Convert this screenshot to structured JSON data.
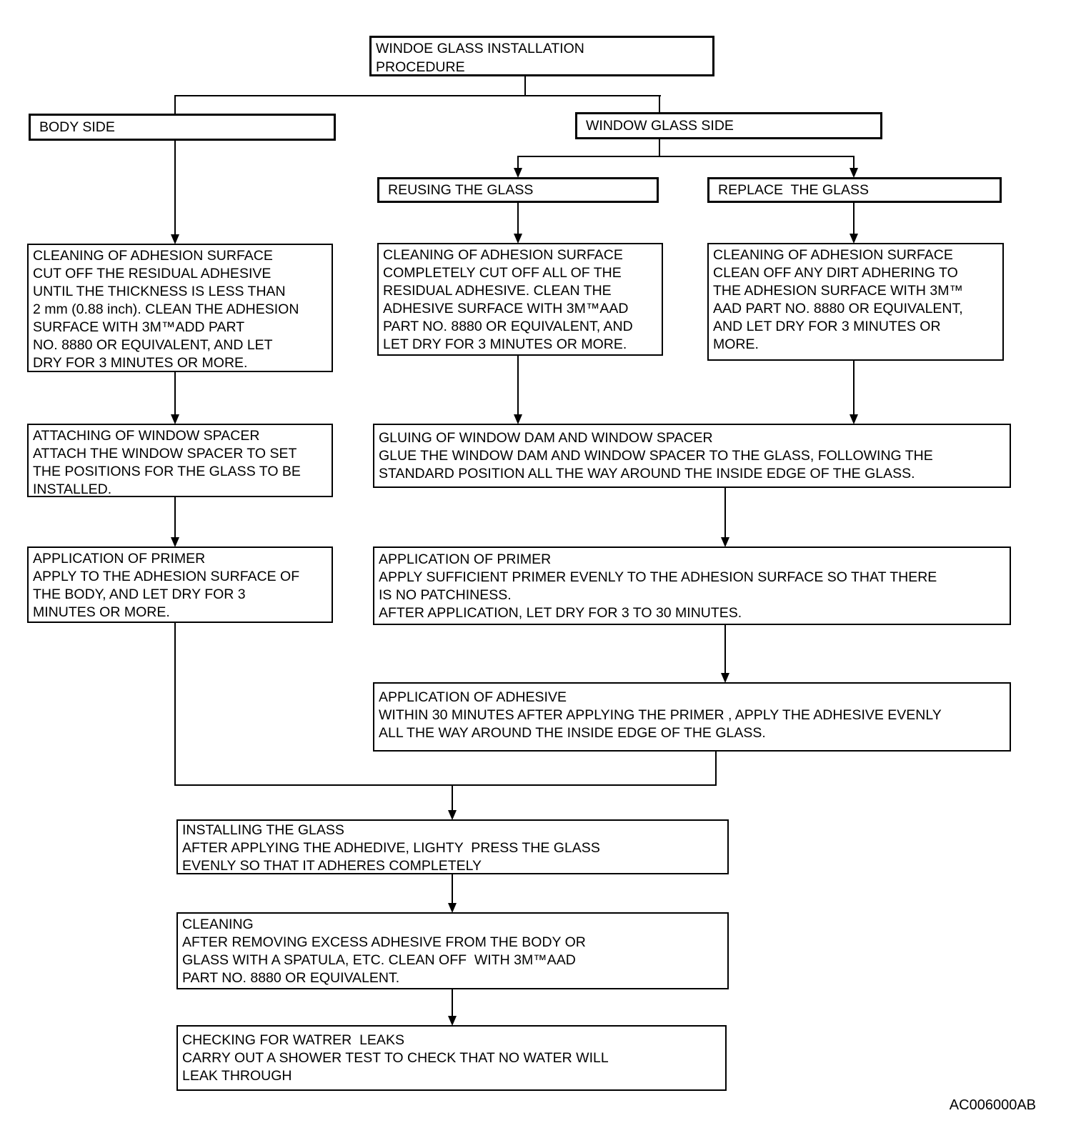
{
  "diagram": {
    "nodes": {
      "title": "WINDOE GLASS INSTALLATION\nPROCEDURE",
      "body_side": "BODY SIDE",
      "window_glass_side": "WINDOW GLASS SIDE",
      "reusing_the_glass": "REUSING THE GLASS",
      "replace_the_glass": "REPLACE  THE GLASS",
      "cleaning_body": "CLEANING OF ADHESION SURFACE\nCUT OFF THE RESIDUAL ADHESIVE\nUNTIL THE THICKNESS IS LESS THAN\n2 mm (0.88 inch). CLEAN THE ADHESION\nSURFACE WITH 3M™ADD PART\nNO. 8880 OR EQUIVALENT, AND LET\nDRY FOR 3 MINUTES OR MORE.",
      "cleaning_reuse": "CLEANING OF ADHESION SURFACE\nCOMPLETELY CUT OFF ALL OF THE\nRESIDUAL ADHESIVE. CLEAN THE\nADHESIVE SURFACE WITH 3M™AAD\nPART NO. 8880 OR EQUIVALENT, AND\nLET DRY FOR 3 MINUTES OR MORE.",
      "cleaning_replace": "CLEANING OF ADHESION SURFACE\nCLEAN OFF ANY DIRT ADHERING TO\nTHE ADHESION SURFACE WITH 3M™\nAAD PART NO. 8880 OR EQUIVALENT,\nAND LET DRY FOR 3 MINUTES OR\nMORE.",
      "attaching_spacer": "ATTACHING OF WINDOW SPACER\nATTACH THE WINDOW SPACER TO SET\nTHE POSITIONS FOR THE GLASS TO BE\nINSTALLED.",
      "gluing_dam": "GLUING OF WINDOW DAM AND WINDOW SPACER\nGLUE THE WINDOW DAM AND WINDOW SPACER TO THE GLASS, FOLLOWING THE\nSTANDARD POSITION ALL THE WAY AROUND THE INSIDE EDGE OF THE GLASS.",
      "primer_body": "APPLICATION OF PRIMER\nAPPLY TO THE ADHESION SURFACE OF\nTHE BODY, AND LET DRY FOR 3\nMINUTES OR MORE.",
      "primer_glass": "APPLICATION OF PRIMER\nAPPLY SUFFICIENT PRIMER EVENLY TO THE ADHESION SURFACE SO THAT THERE\nIS NO PATCHINESS.\nAFTER APPLICATION, LET DRY FOR 3 TO 30 MINUTES.",
      "adhesive": "APPLICATION OF ADHESIVE\nWITHIN 30 MINUTES AFTER APPLYING THE PRIMER , APPLY THE ADHESIVE EVENLY\nALL THE WAY AROUND THE INSIDE EDGE OF THE GLASS.",
      "installing": "INSTALLING THE GLASS\nAFTER APPLYING THE ADHEDIVE, LIGHTY  PRESS THE GLASS\nEVENLY SO THAT IT ADHERES COMPLETELY",
      "cleaning_final": "CLEANING\nAFTER REMOVING EXCESS ADHESIVE FROM THE BODY OR\nGLASS WITH A SPATULA, ETC. CLEAN OFF  WITH 3M™AAD\nPART NO. 8880 OR EQUIVALENT.",
      "checking_leaks": "CHECKING FOR WATRER  LEAKS\nCARRY OUT A SHOWER TEST TO CHECK THAT NO WATER WILL\nLEAK THROUGH"
    },
    "figure_code": "AC006000AB",
    "colors": {
      "line": "#000000",
      "background": "#ffffff"
    }
  }
}
